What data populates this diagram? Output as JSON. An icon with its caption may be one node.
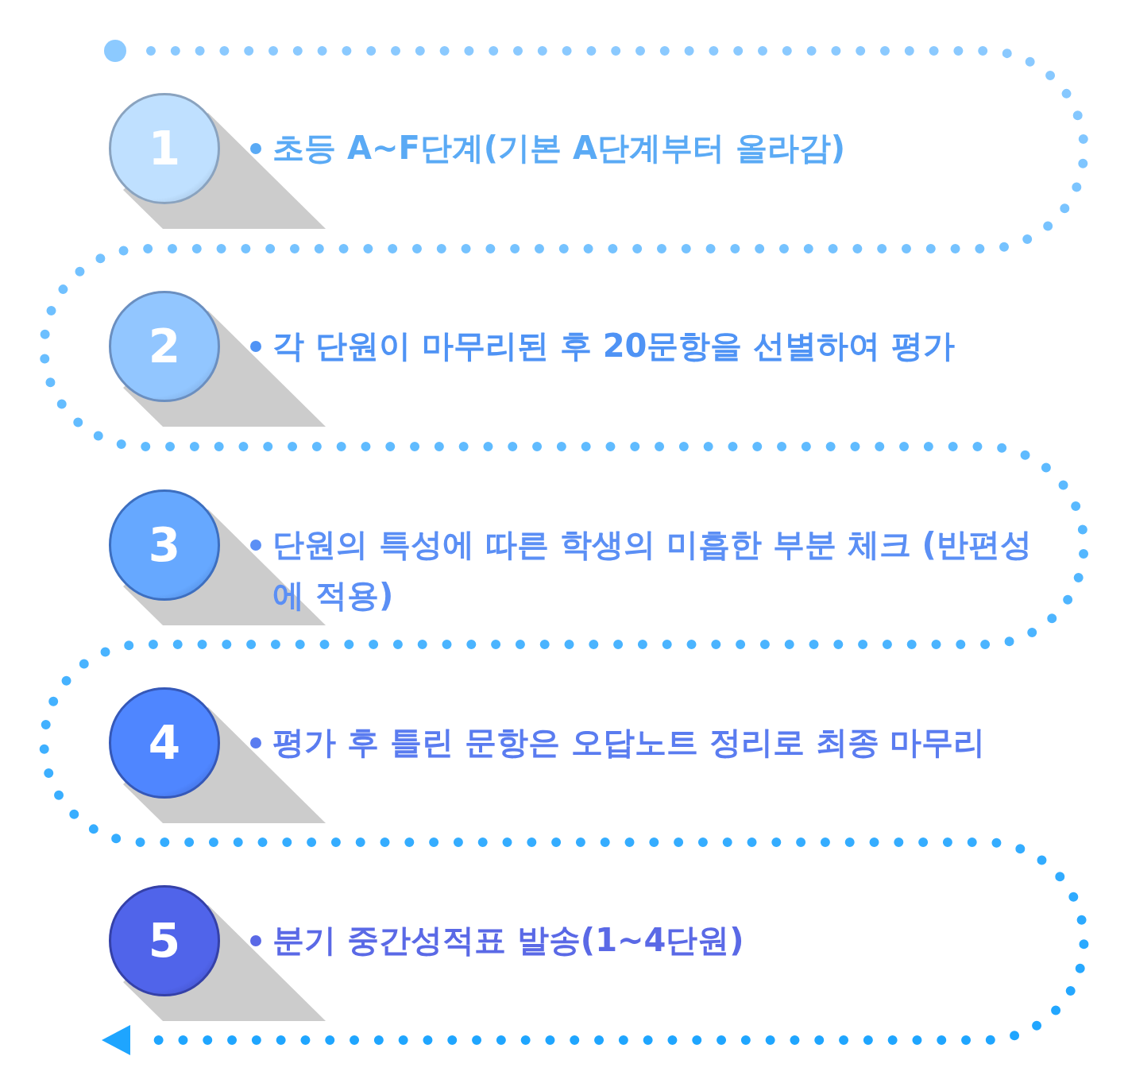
{
  "diagram": {
    "nodes": [
      {
        "text": [
          "1"
        ],
        "beside": [
          "초등 A~F단계(기본 A단계부터 올라감)"
        ]
      },
      {
        "text": [
          "2"
        ],
        "beside": [
          "각 단원이 마무리된 후 20문항을 선별하여 평가"
        ]
      },
      {
        "text": [
          "3"
        ],
        "beside": [
          "단원의 특성에 따른 학생의 미흡한 부분 체크 (반편성에 적용)"
        ]
      },
      {
        "text": [
          "4"
        ],
        "beside": [
          "평가 후 틀린 문항은 오답노트 정리로 최종 마무리"
        ]
      },
      {
        "text": [
          "5"
        ],
        "beside": [
          "분기 중간성적표 발송(1~4단원)"
        ]
      }
    ]
  }
}
